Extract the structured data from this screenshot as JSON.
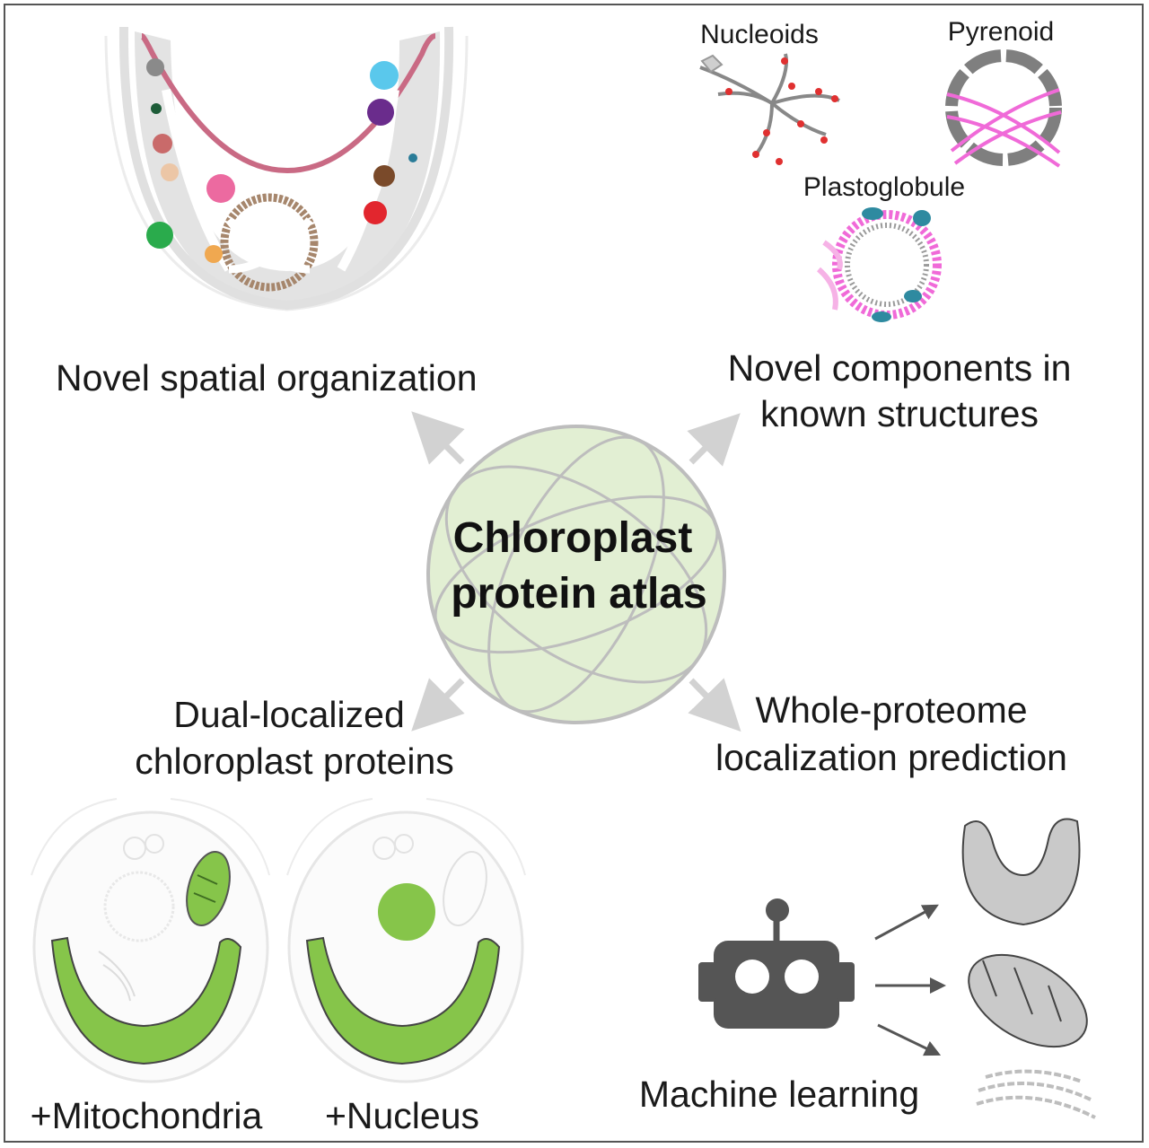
{
  "center": {
    "title_line1": "Chloroplast",
    "title_line2": "protein atlas"
  },
  "quadrants": {
    "top_left": {
      "label": "Novel spatial organization"
    },
    "top_right": {
      "label_line1": "Novel components in",
      "label_line2": "known structures",
      "structures": [
        "Nucleoids",
        "Pyrenoid",
        "Plastoglobule"
      ]
    },
    "bottom_left": {
      "label_line1": "Dual-localized",
      "label_line2": "chloroplast proteins",
      "cells": [
        "+Mitochondria",
        "+Nucleus"
      ]
    },
    "bottom_right": {
      "label_line1": "Whole-proteome",
      "label_line2": "localization prediction",
      "method": "Machine learning"
    }
  },
  "colors": {
    "chloroplast_green": "#86c54a",
    "globe_fill": "#e2efd3",
    "pyrenoid_pink": "#f06ad8",
    "plastoglobule_teal": "#2e8aa0",
    "robot_gray": "#555555"
  }
}
